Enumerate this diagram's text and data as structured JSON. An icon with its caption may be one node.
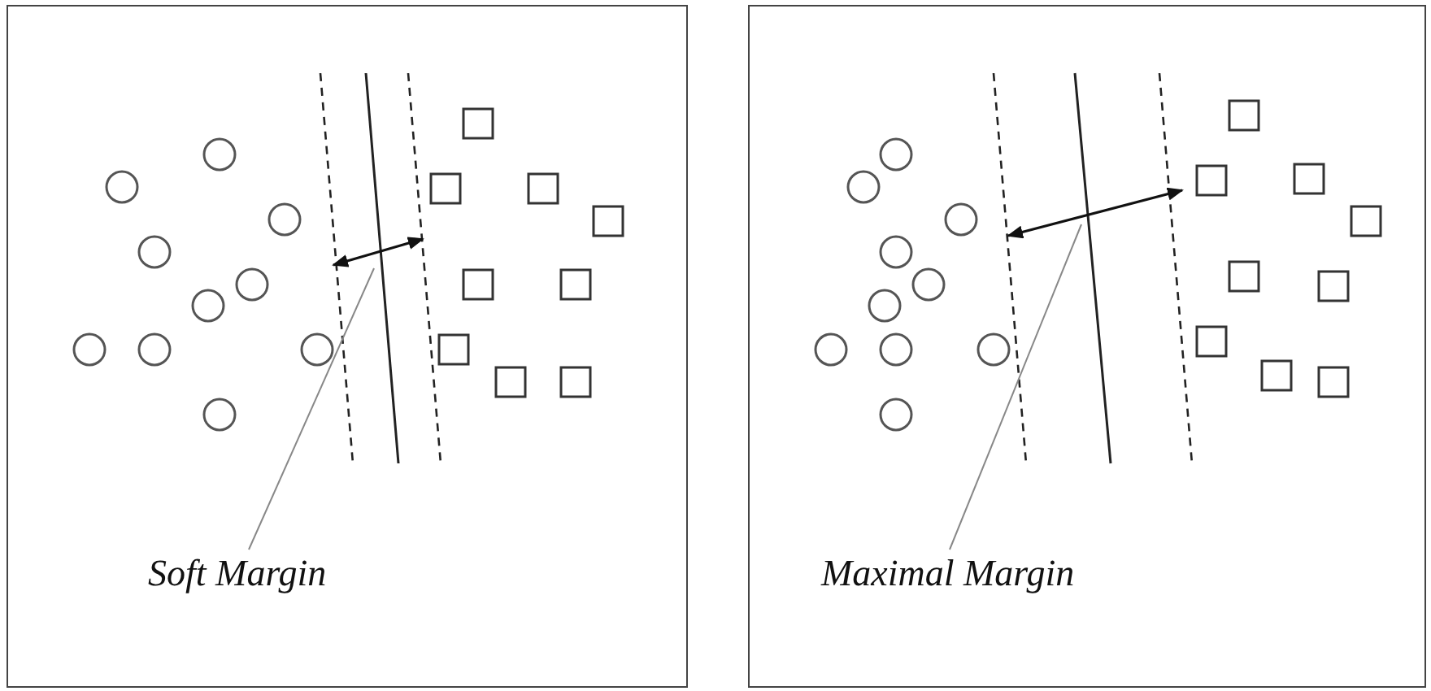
{
  "diagram": {
    "nodes": [
      {
        "text": [],
        "shape": "box"
      },
      {
        "text": [
          "Soft Margin"
        ],
        "in": 0
      },
      {
        "text": [],
        "shape": "box"
      },
      {
        "text": [
          "Maximal Margin"
        ],
        "in": 2
      }
    ],
    "edges": [
      {
        "from": 1,
        "to": null,
        "arrow": "none"
      },
      {
        "from": 3,
        "to": null,
        "arrow": "none"
      }
    ]
  }
}
